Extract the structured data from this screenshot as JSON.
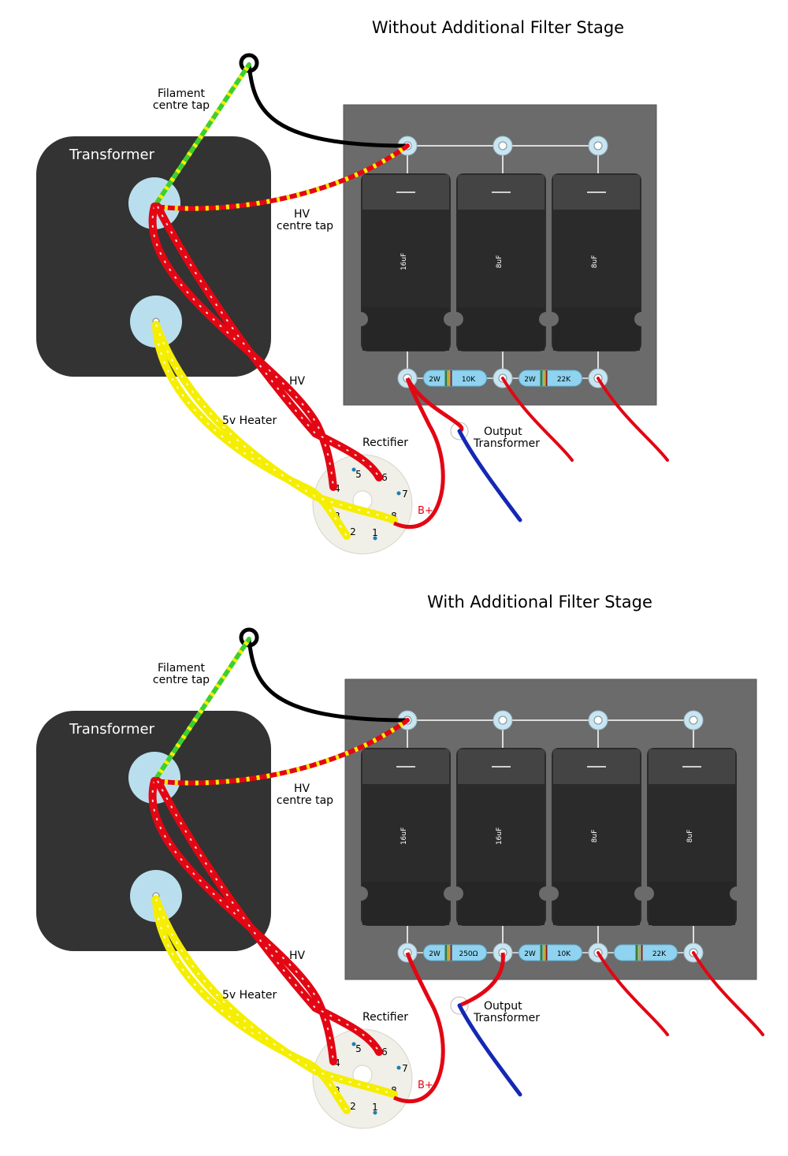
{
  "colors": {
    "hv": "#e30613",
    "heater": "#f5ee00",
    "filament_green": "#3ecf2e",
    "filament_yellow": "#f5ee00",
    "ground": "#000000",
    "output": "#1428b4",
    "chassis": "#6b6b6b",
    "transformer": "#333333",
    "capacitor": "#2b2b2b",
    "terminal": "#c8e6f2",
    "resistor": "#8fd3f0",
    "socket": "#f0efe8",
    "pin": "#1a7fb0"
  },
  "top": {
    "title": "Without Additional Filter Stage",
    "transformer_label": "Transformer",
    "filament_label": [
      "Filament",
      "centre tap"
    ],
    "hv_ct_label": [
      "HV",
      "centre tap"
    ],
    "hv_label": "HV",
    "heater_label": "5v Heater",
    "rectifier_label": "Rectifier",
    "output_label": [
      "Output",
      "Transformer"
    ],
    "bplus_label": "B+",
    "capacitors": [
      "16uF",
      "8uF",
      "8uF"
    ],
    "resistors": [
      {
        "watt": "2W",
        "value": "10K"
      },
      {
        "watt": "2W",
        "value": "22K"
      }
    ],
    "pins": [
      "1",
      "2",
      "3",
      "4",
      "5",
      "6",
      "7",
      "8"
    ]
  },
  "bottom": {
    "title": "With Additional Filter Stage",
    "transformer_label": "Transformer",
    "filament_label": [
      "Filament",
      "centre tap"
    ],
    "hv_ct_label": [
      "HV",
      "centre tap"
    ],
    "hv_label": "HV",
    "heater_label": "5v Heater",
    "rectifier_label": "Rectifier",
    "output_label": [
      "Output",
      "Transformer"
    ],
    "bplus_label": "B+",
    "capacitors": [
      "16uF",
      "16uF",
      "8uF",
      "8uF"
    ],
    "resistors": [
      {
        "watt": "2W",
        "value": "250Ω"
      },
      {
        "watt": "2W",
        "value": "10K"
      },
      {
        "watt": "",
        "value": "22K"
      }
    ],
    "pins": [
      "1",
      "2",
      "3",
      "4",
      "5",
      "6",
      "7",
      "8"
    ]
  }
}
